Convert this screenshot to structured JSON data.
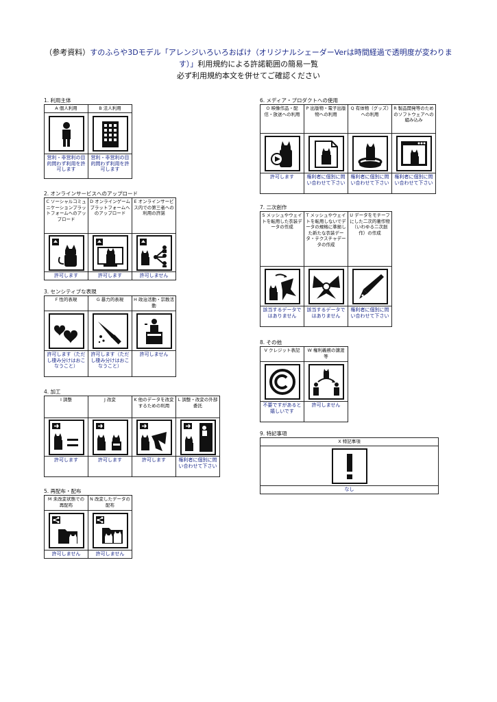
{
  "header": {
    "line1_prefix": "（参考資料）",
    "line1_main": "すのふらや3Dモデル「アレンジいろいろおばけ（オリジナルシェーダーVerは時間経過で透明度が変わりま",
    "line2_blue": "す）」",
    "line2_rest": "利用規約による許諾範囲の簡易一覧",
    "line3": "必ず利用規約本文を併せてご確認ください"
  },
  "sections": [
    {
      "id": "s1",
      "title": "1. 利用主体",
      "items": [
        {
          "label": "A 個人利用",
          "icon": "person-icon",
          "status": "営利・非営利の目的問わず利用を許可します"
        },
        {
          "label": "B 法人利用",
          "icon": "building-icon",
          "status": "営利・非営利の目的問わず利用を許可します"
        }
      ]
    },
    {
      "id": "s2",
      "title": "2. オンラインサービスへのアップロード",
      "items": [
        {
          "label": "C ソーシャルコミュニケーションプラットフォームへのアップロード",
          "icon": "upload-social-icon",
          "status": "許可します"
        },
        {
          "label": "D オンラインゲームプラットフォームへのアップロード",
          "icon": "upload-game-icon",
          "status": "許可します"
        },
        {
          "label": "E オンラインサービス内での第三者への利用の許諾",
          "icon": "share-network-icon",
          "status": "許可しません"
        }
      ]
    },
    {
      "id": "s3",
      "title": "3. センシティブな表現",
      "items": [
        {
          "label": "F 性的表現",
          "icon": "hearts-icon",
          "status": "許可します（ただし棲み分けはおこなうこと）"
        },
        {
          "label": "G 暴力的表現",
          "icon": "knife-icon",
          "status": "許可します（ただし棲み分けはおこなうこと）"
        },
        {
          "label": "H 政治活動・宗教活動",
          "icon": "podium-icon",
          "status": "許可しません"
        }
      ]
    },
    {
      "id": "s4",
      "title": "4. 加工",
      "items": [
        {
          "label": "I 調整",
          "icon": "adjust-icon",
          "status": "許可します"
        },
        {
          "label": "J 改変",
          "icon": "modify-icon",
          "status": "許可します"
        },
        {
          "label": "K 他のデータを改変するための利用",
          "icon": "use-other-data-icon",
          "status": "許可します"
        },
        {
          "label": "L 調整・改変の外部委託",
          "icon": "outsource-icon",
          "status": "権利者に個別に問い合わせて下さい"
        }
      ]
    },
    {
      "id": "s5",
      "title": "5. 再配布・配布",
      "items": [
        {
          "label": "M 未改変状態での再配布",
          "icon": "redistribute-icon",
          "status": "許可しません"
        },
        {
          "label": "N 改変したデータの配布",
          "icon": "distribute-modified-icon",
          "status": "許可しません"
        }
      ]
    },
    {
      "id": "s6",
      "title": "6. メディア・プロダクトへの使用",
      "items": [
        {
          "label": "O 映像作品・配信・放送への利用",
          "icon": "video-icon",
          "status": "許可します"
        },
        {
          "label": "P 出版物・電子出版物への利用",
          "icon": "publication-icon",
          "status": "権利者に個別に問い合わせて下さい"
        },
        {
          "label": "Q 有体物（グッズ）への利用",
          "icon": "goods-icon",
          "status": "権利者に個別に問い合わせて下さい"
        },
        {
          "label": "R 製品開発等のためのソフトウェアへの組み込み",
          "icon": "software-icon",
          "status": "権利者に個別に問い合わせて下さい"
        }
      ]
    },
    {
      "id": "s7",
      "title": "7. 二次創作",
      "items": [
        {
          "label": "S メッシュやウェイトを転用した衣装データの作成",
          "icon": "costume-icon",
          "status": "該当するデータではありません"
        },
        {
          "label": "T メッシュやウェイトを転用しないでデータの規格に準拠した新たな衣装データ・テクスチャデータの作成",
          "icon": "bow-icon",
          "status": "該当するデータではありません"
        },
        {
          "label": "U データをモチーフにした二次的著作物（いわゆる二次創作）の作成",
          "icon": "pen-nib-icon",
          "status": "権利者に個別に問い合わせて下さい"
        }
      ]
    },
    {
      "id": "s8",
      "title": "8. その他",
      "items": [
        {
          "label": "V クレジット表記",
          "icon": "copyright-icon",
          "status": "不要ですがあると嬉しいです"
        },
        {
          "label": "W 権利義務の譲渡等",
          "icon": "transfer-icon",
          "status": "許可しません"
        }
      ]
    },
    {
      "id": "s9",
      "title": "9. 特記事項",
      "items": [
        {
          "label": "X 特記事項",
          "icon": "exclamation-icon",
          "status": "なし"
        }
      ]
    }
  ]
}
